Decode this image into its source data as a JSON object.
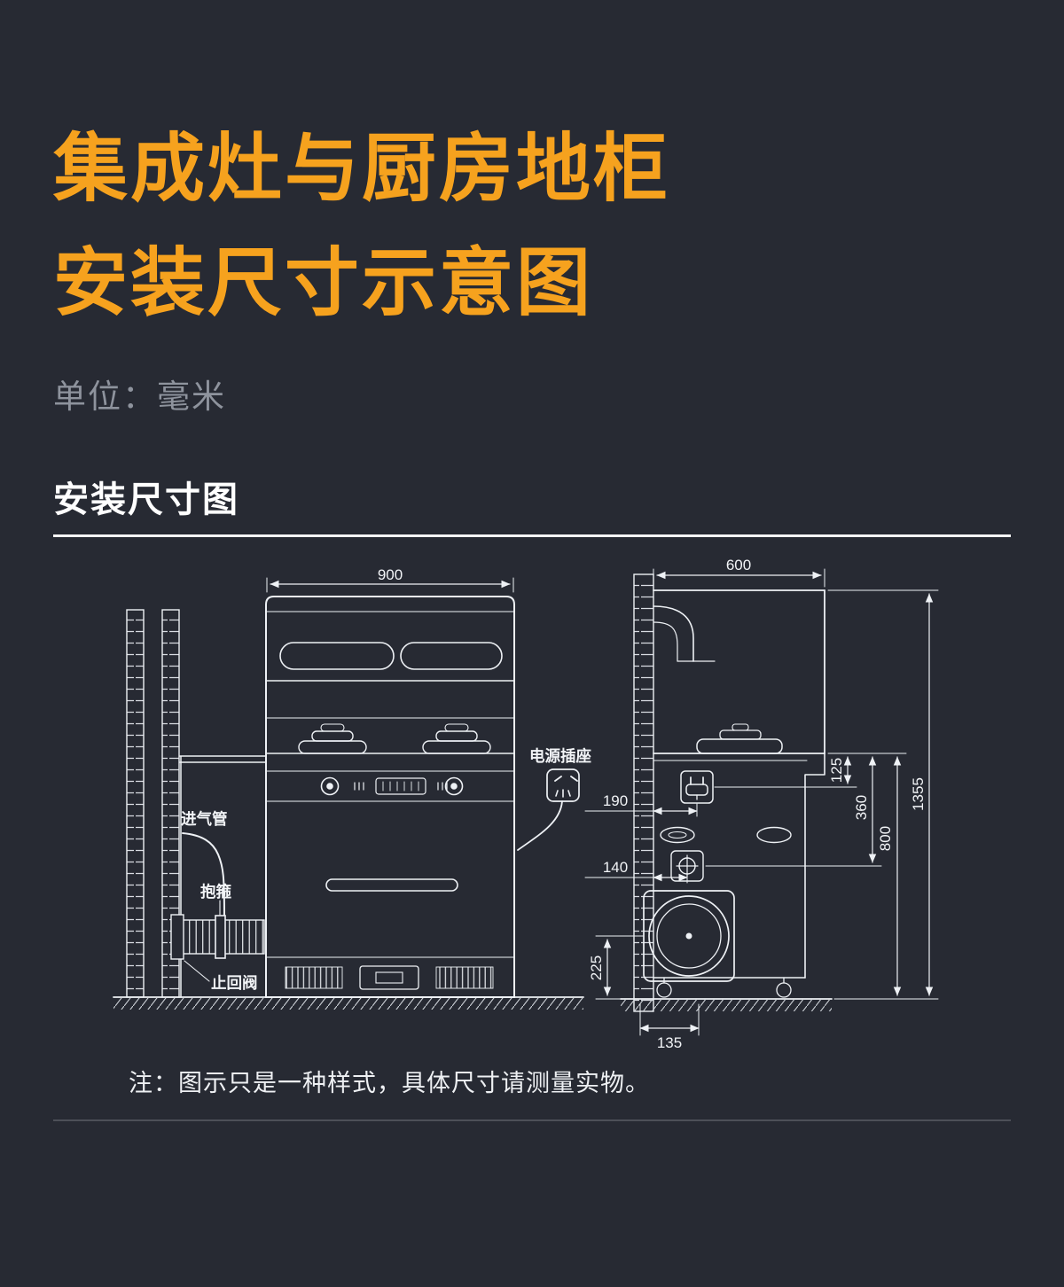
{
  "page": {
    "background": "#272a33",
    "accent": "#F6A21E",
    "line_color": "#eef1f5"
  },
  "header": {
    "title_line1": "集成灶与厨房地柜",
    "title_line2": "安装尺寸示意图",
    "unit_label": "单位：毫米"
  },
  "section": {
    "heading": "安装尺寸图"
  },
  "diagram": {
    "front_view": {
      "width_dim": "900",
      "labels": {
        "power_socket": "电源插座",
        "air_inlet_pipe": "进气管",
        "clamp": "抱箍",
        "check_valve": "止回阀"
      }
    },
    "side_view": {
      "depth_dim": "600",
      "total_height_dim": "1355",
      "counter_height_dim": "800",
      "socket_center_dim": "360",
      "counter_to_socket_dim": "125",
      "wall_to_socket_dim": "190",
      "wall_to_valve_dim": "140",
      "fan_center_height_dim": "225",
      "wall_to_fan_dim": "135"
    }
  },
  "footer": {
    "note": "注：图示只是一种样式，具体尺寸请测量实物。"
  }
}
